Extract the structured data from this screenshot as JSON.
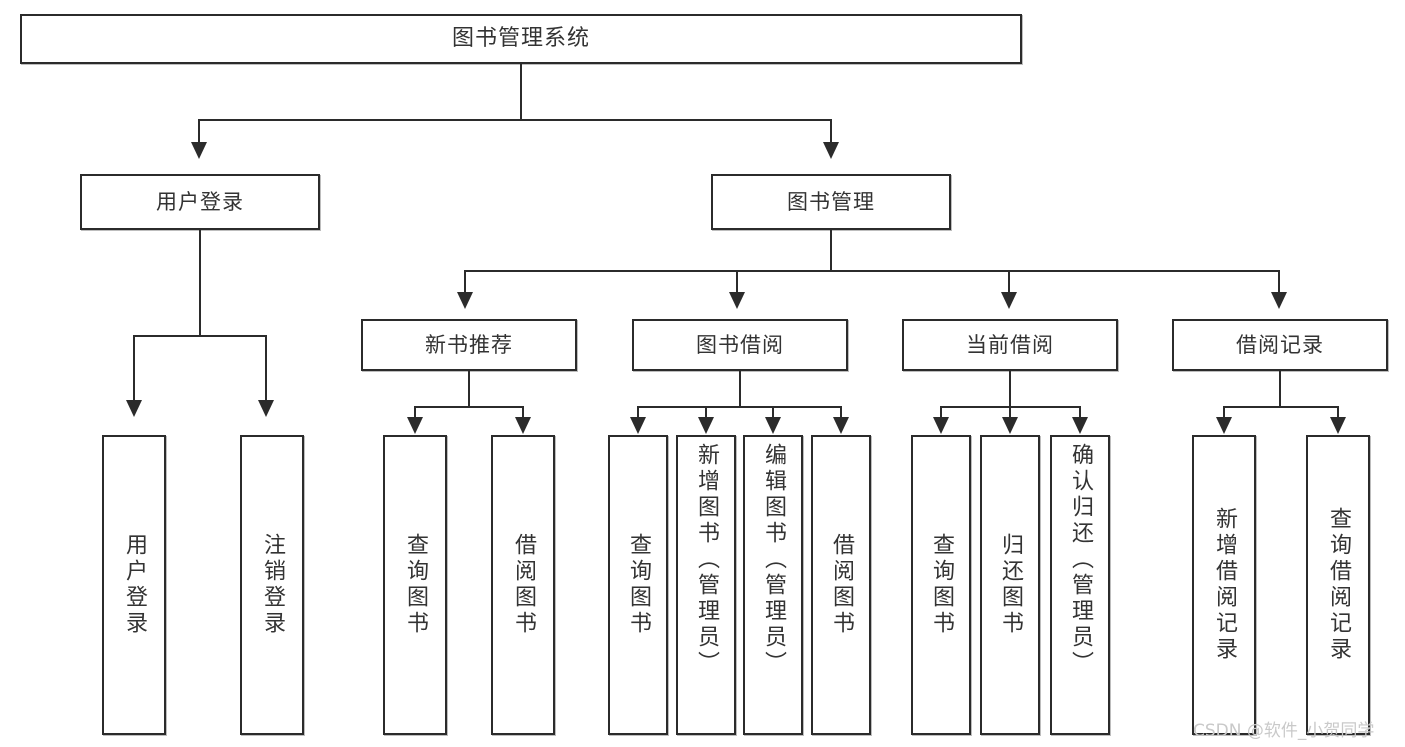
{
  "diagram": {
    "title": "图书管理系统",
    "type": "tree-hierarchy",
    "watermark": "CSDN @软件_小贺同学",
    "colors": {
      "box_border": "#2b2b2b",
      "box_fill": "#ffffff",
      "text": "#333333",
      "connector": "#2b2b2b",
      "watermark": "#c9c9c9",
      "background": "#ffffff"
    }
  },
  "nodes": {
    "root": {
      "label": "图书管理系统"
    },
    "level1": [
      {
        "label": "用户登录"
      },
      {
        "label": "图书管理"
      }
    ],
    "level2": [
      {
        "label": "新书推荐"
      },
      {
        "label": "图书借阅"
      },
      {
        "label": "当前借阅"
      },
      {
        "label": "借阅记录"
      }
    ],
    "leaves": {
      "user_login": [
        {
          "label": "用户登录"
        },
        {
          "label": "注销登录"
        }
      ],
      "new_book_recommend": [
        {
          "label": "查询图书"
        },
        {
          "label": "借阅图书"
        }
      ],
      "book_borrow": [
        {
          "label": "查询图书"
        },
        {
          "label": "新增图书（管理员）"
        },
        {
          "label": "编辑图书（管理员）"
        },
        {
          "label": "借阅图书"
        }
      ],
      "current_borrow": [
        {
          "label": "查询图书"
        },
        {
          "label": "归还图书"
        },
        {
          "label": "确认归还（管理员）"
        }
      ],
      "borrow_record": [
        {
          "label": "新增借阅记录"
        },
        {
          "label": "查询借阅记录"
        }
      ]
    }
  }
}
